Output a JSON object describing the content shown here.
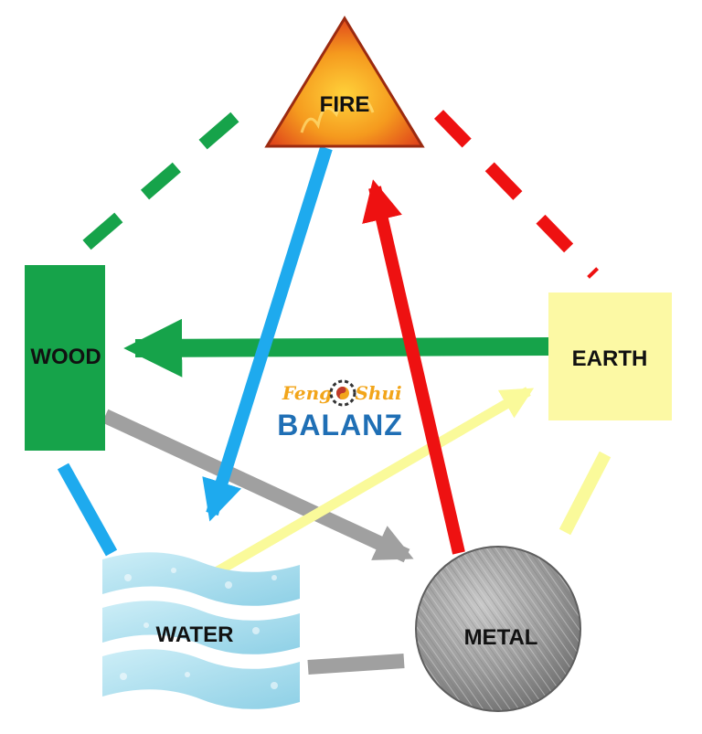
{
  "elements": {
    "fire": {
      "label": "FIRE",
      "color": "#e8641a"
    },
    "earth": {
      "label": "EARTH",
      "color": "#fcf9a4"
    },
    "metal": {
      "label": "METAL",
      "color": "#8c8c8c"
    },
    "water": {
      "label": "WATER",
      "color": "#a8dcea"
    },
    "wood": {
      "label": "WOOD",
      "color": "#16a34a"
    }
  },
  "generating_cycle_colors": {
    "fire_to_earth": "#ee1111",
    "earth_to_metal": "#fafa9a",
    "metal_to_water": "#a0a0a0",
    "water_to_wood": "#1eaaee",
    "wood_to_fire": "#16a34a"
  },
  "controlling_cycle_colors": {
    "fire_to_water": "#1eaaee",
    "water_to_earth": "#fafa9a",
    "earth_to_wood": "#16a34a",
    "wood_to_metal": "#a0a0a0",
    "metal_to_fire": "#ee1111"
  },
  "logo": {
    "script_left": "Feng",
    "script_right": "Shui",
    "main": "BALANZ",
    "symbol": "bagua-icon"
  }
}
